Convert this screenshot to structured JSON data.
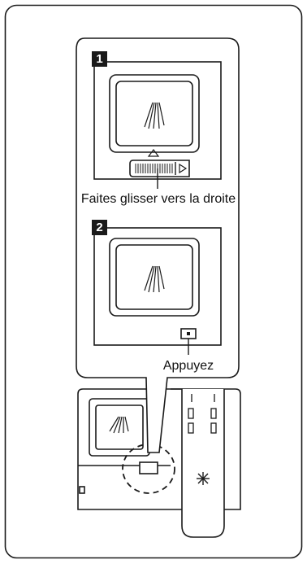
{
  "steps": [
    {
      "number": "1",
      "caption": "Faites glisser vers la droite"
    },
    {
      "number": "2",
      "caption": "Appuyez"
    }
  ],
  "icons": {
    "spray": "spray-arms-icon",
    "slider": "slide-latch-icon",
    "button": "push-button-icon",
    "rinse_aid": "sparkle-asterisk-icon"
  },
  "colors": {
    "stroke": "#1a1a1a",
    "background": "#ffffff",
    "badge": "#1a1a1a"
  }
}
